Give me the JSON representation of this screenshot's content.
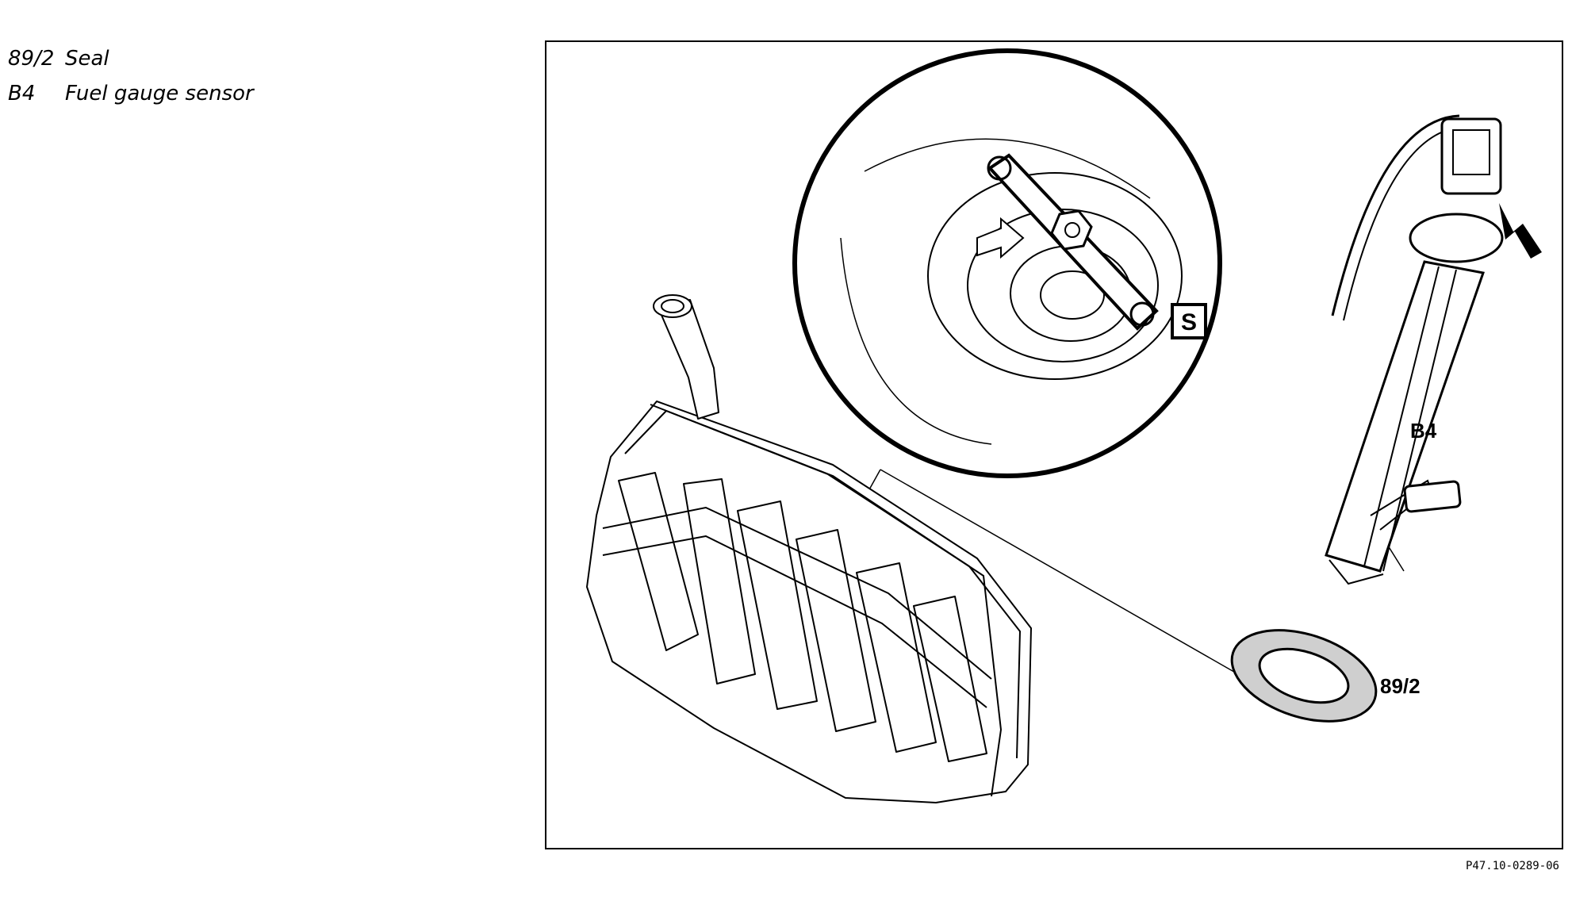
{
  "legend": {
    "items": [
      {
        "code": "89/2",
        "label": "Seal"
      },
      {
        "code": "B4",
        "label": "Fuel gauge sensor"
      }
    ]
  },
  "callouts": {
    "b4": "B4",
    "seal": "89/2",
    "tool": "S"
  },
  "figure_id": "P47.10-0289-06",
  "icons": [
    "tool-symbol-icon",
    "arrow-icon"
  ]
}
